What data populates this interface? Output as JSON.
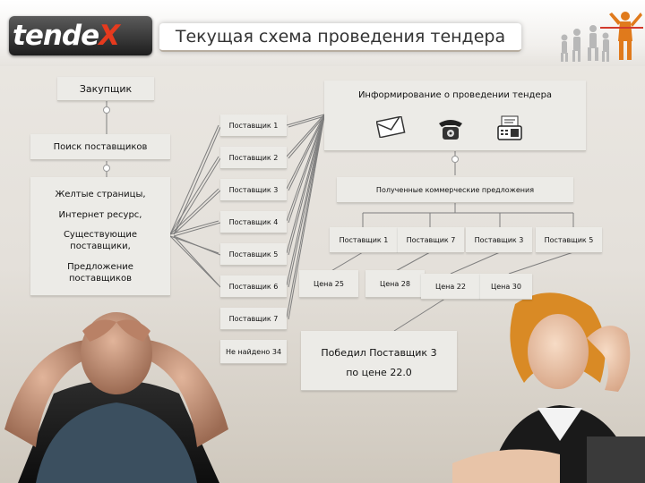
{
  "header": {
    "logo_main": "tende",
    "logo_accent": "X",
    "title": "Текущая схема проведения тендера"
  },
  "left": {
    "buyer": "Закупщик",
    "search": "Поиск поставщиков",
    "sources": [
      "Желтые страницы,",
      "Интернет ресурс,",
      "Существующие поставщики,",
      "Предложение поставщиков"
    ]
  },
  "suppliers": [
    "Поставщик 1",
    "Поставщик 2",
    "Поставщик 3",
    "Поставщик 4",
    "Поставщик 5",
    "Поставщик 6",
    "Поставщик 7"
  ],
  "not_found": "Не найдено 34",
  "inform": {
    "title": "Информирование о проведении тендера",
    "icons": [
      "envelope-icon",
      "phone-icon",
      "fax-icon"
    ]
  },
  "offers": {
    "title": "Полученные коммерческие предложения",
    "suppliers": [
      "Поставщик 1",
      "Поставщик 7",
      "Поставщик 3",
      "Поставщик 5"
    ],
    "prices": [
      "Цена  25",
      "Цена  28",
      "Цена  22",
      "Цена  30"
    ]
  },
  "winner": {
    "line1": "Победил Поставщик 3",
    "line2": "по  цене 22.0"
  },
  "colors": {
    "logo_accent": "#e53a1e",
    "box": "#ecebe7",
    "connector": "#7f7f7f"
  }
}
